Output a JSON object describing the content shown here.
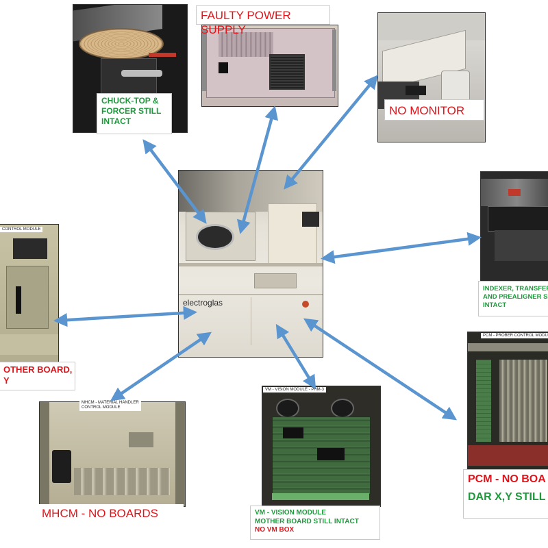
{
  "colors": {
    "arrow": "#5b95d0",
    "warning": "#e0141a",
    "ok": "#1e9a3c"
  },
  "center": {
    "brand": "electroglas"
  },
  "chuck": {
    "lines": [
      "CHUCK-TOP &",
      "FORCER  STILL",
      "INTACT"
    ]
  },
  "power": {
    "label": "FAULTY POWER SUPPLY"
  },
  "monitor": {
    "label": "NO MONITOR"
  },
  "indexer": {
    "lines": [
      "INDEXER, TRANSFER",
      "AND PREALIGNER S",
      "INTACT"
    ]
  },
  "left_module": {
    "tag": "CONTROL MODULE",
    "lines": [
      "OTHER BOARD,",
      "Y"
    ]
  },
  "mhcm": {
    "tag_lines": [
      "MHCM - MATERIAL HANDLER",
      "CONTROL MODULE"
    ],
    "label": "MHCM - NO BOARDS"
  },
  "vm": {
    "tag": "VM - VISION MODULE - PRM-3",
    "lines": [
      "VM - VISION MODULE",
      "MOTHER BOARD STILL INTACT",
      "NO VM BOX"
    ]
  },
  "pcm": {
    "tag": "PCM - PROBER CONTROL MODULE",
    "line1": "PCM - NO BOA",
    "line2": "DAR X,Y STILL I"
  }
}
